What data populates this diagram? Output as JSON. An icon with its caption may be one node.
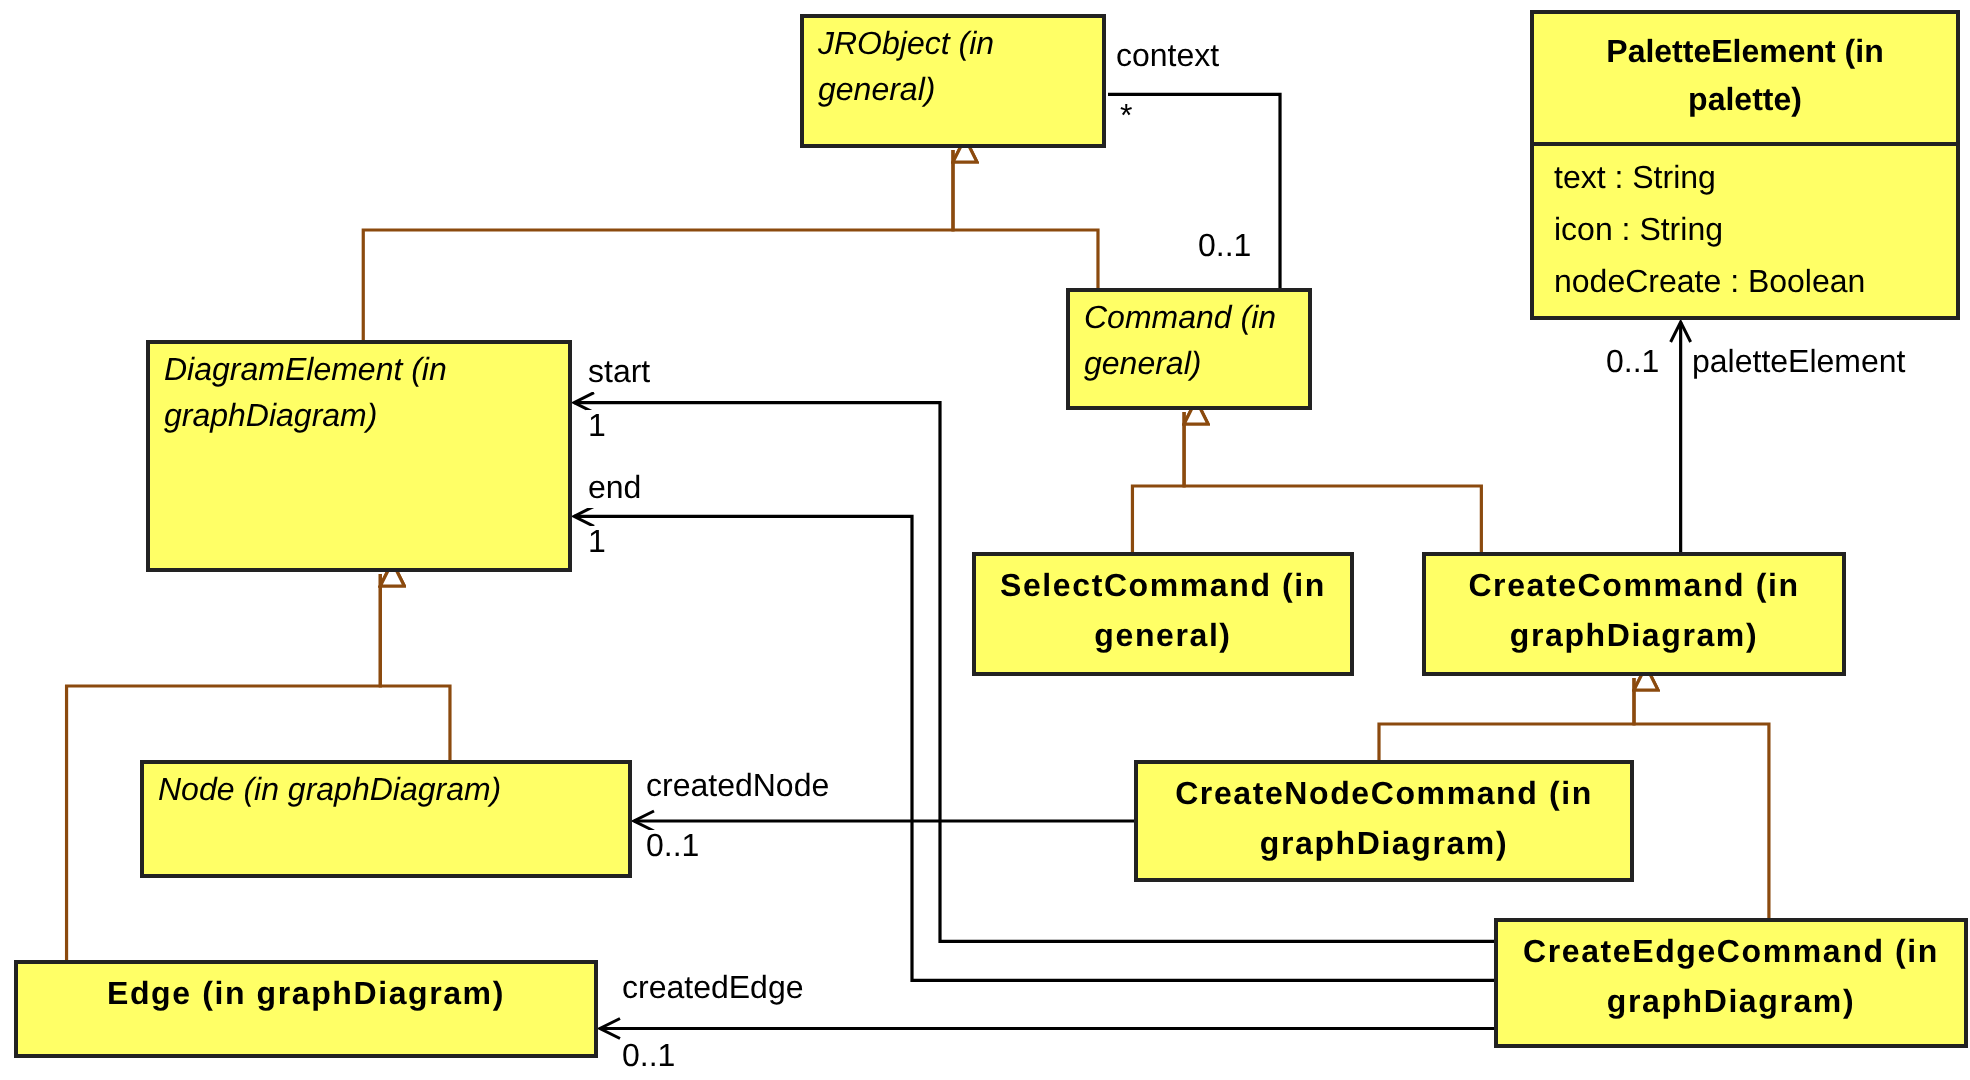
{
  "diagram": {
    "nodes": [
      {
        "text": [
          "JRObject (in general)"
        ]
      },
      {
        "text": [
          "Command (in general)"
        ]
      },
      {
        "text": [
          "PaletteElement (in palette)",
          "text : String",
          "icon : String",
          "nodeCreate : Boolean"
        ]
      },
      {
        "text": [
          "DiagramElement (in graphDiagram)"
        ]
      },
      {
        "text": [
          "SelectCommand (in general)"
        ]
      },
      {
        "text": [
          "CreateCommand (in graphDiagram)"
        ]
      },
      {
        "text": [
          "Node (in graphDiagram)"
        ]
      },
      {
        "text": [
          "CreateNodeCommand (in graphDiagram)"
        ]
      },
      {
        "text": [
          "Edge (in graphDiagram)"
        ]
      },
      {
        "text": [
          "CreateEdgeCommand (in graphDiagram)"
        ]
      }
    ],
    "edges": [
      {
        "from": 3,
        "to": 0,
        "arrow": "to",
        "color": "#8b4a0e"
      },
      {
        "from": 1,
        "to": 0,
        "arrow": "to",
        "color": "#8b4a0e"
      },
      {
        "from": 4,
        "to": 1,
        "arrow": "to",
        "color": "#8b4a0e"
      },
      {
        "from": 5,
        "to": 1,
        "arrow": "to",
        "color": "#8b4a0e"
      },
      {
        "from": 6,
        "to": 3,
        "arrow": "to",
        "color": "#8b4a0e"
      },
      {
        "from": 8,
        "to": 3,
        "arrow": "to",
        "color": "#8b4a0e"
      },
      {
        "from": 7,
        "to": 5,
        "arrow": "to",
        "color": "#8b4a0e"
      },
      {
        "from": 9,
        "to": 5,
        "arrow": "to",
        "color": "#8b4a0e"
      },
      {
        "from": 0,
        "to": 1,
        "arrow": "none",
        "label": "context",
        "color": "#000000"
      },
      {
        "from": 5,
        "to": 2,
        "arrow": "to",
        "label": "paletteElement",
        "color": "#000000"
      },
      {
        "from": 9,
        "to": 3,
        "arrow": "to",
        "label": "start",
        "color": "#000000"
      },
      {
        "from": 9,
        "to": 3,
        "arrow": "to",
        "label": "end",
        "color": "#000000"
      },
      {
        "from": 7,
        "to": 6,
        "arrow": "to",
        "label": "createdNode",
        "color": "#000000"
      },
      {
        "from": 9,
        "to": 8,
        "arrow": "to",
        "label": "createdEdge",
        "color": "#000000"
      }
    ],
    "labels": [
      "*",
      "0..1",
      "0..1",
      "1",
      "1",
      "0..1",
      "0..1"
    ]
  }
}
